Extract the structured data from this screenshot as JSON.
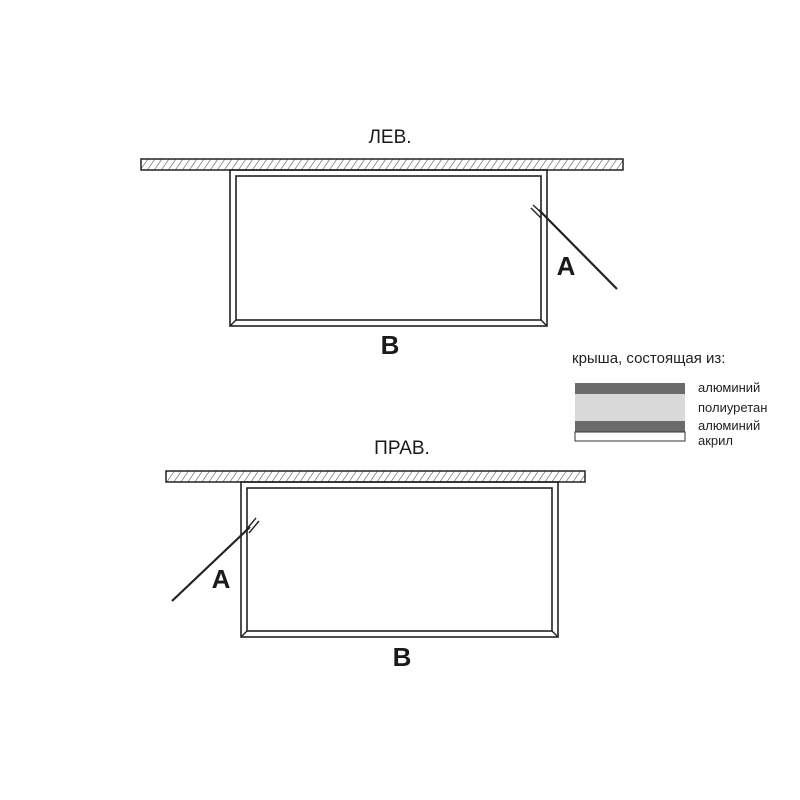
{
  "views": {
    "left": {
      "title": "ЛЕВ.",
      "label_a": "A",
      "label_b": "B"
    },
    "right": {
      "title": "ПРАВ.",
      "label_a": "A",
      "label_b": "B"
    }
  },
  "legend": {
    "heading": "крыша, состоящая из:",
    "layers": [
      {
        "label": "алюминий",
        "color": "#6b6b6b"
      },
      {
        "label": "полиуретан",
        "color": "#d9d9d9"
      },
      {
        "label": "алюминий",
        "color": "#6b6b6b"
      },
      {
        "label": "акрил",
        "color": "#ffffff"
      }
    ]
  }
}
